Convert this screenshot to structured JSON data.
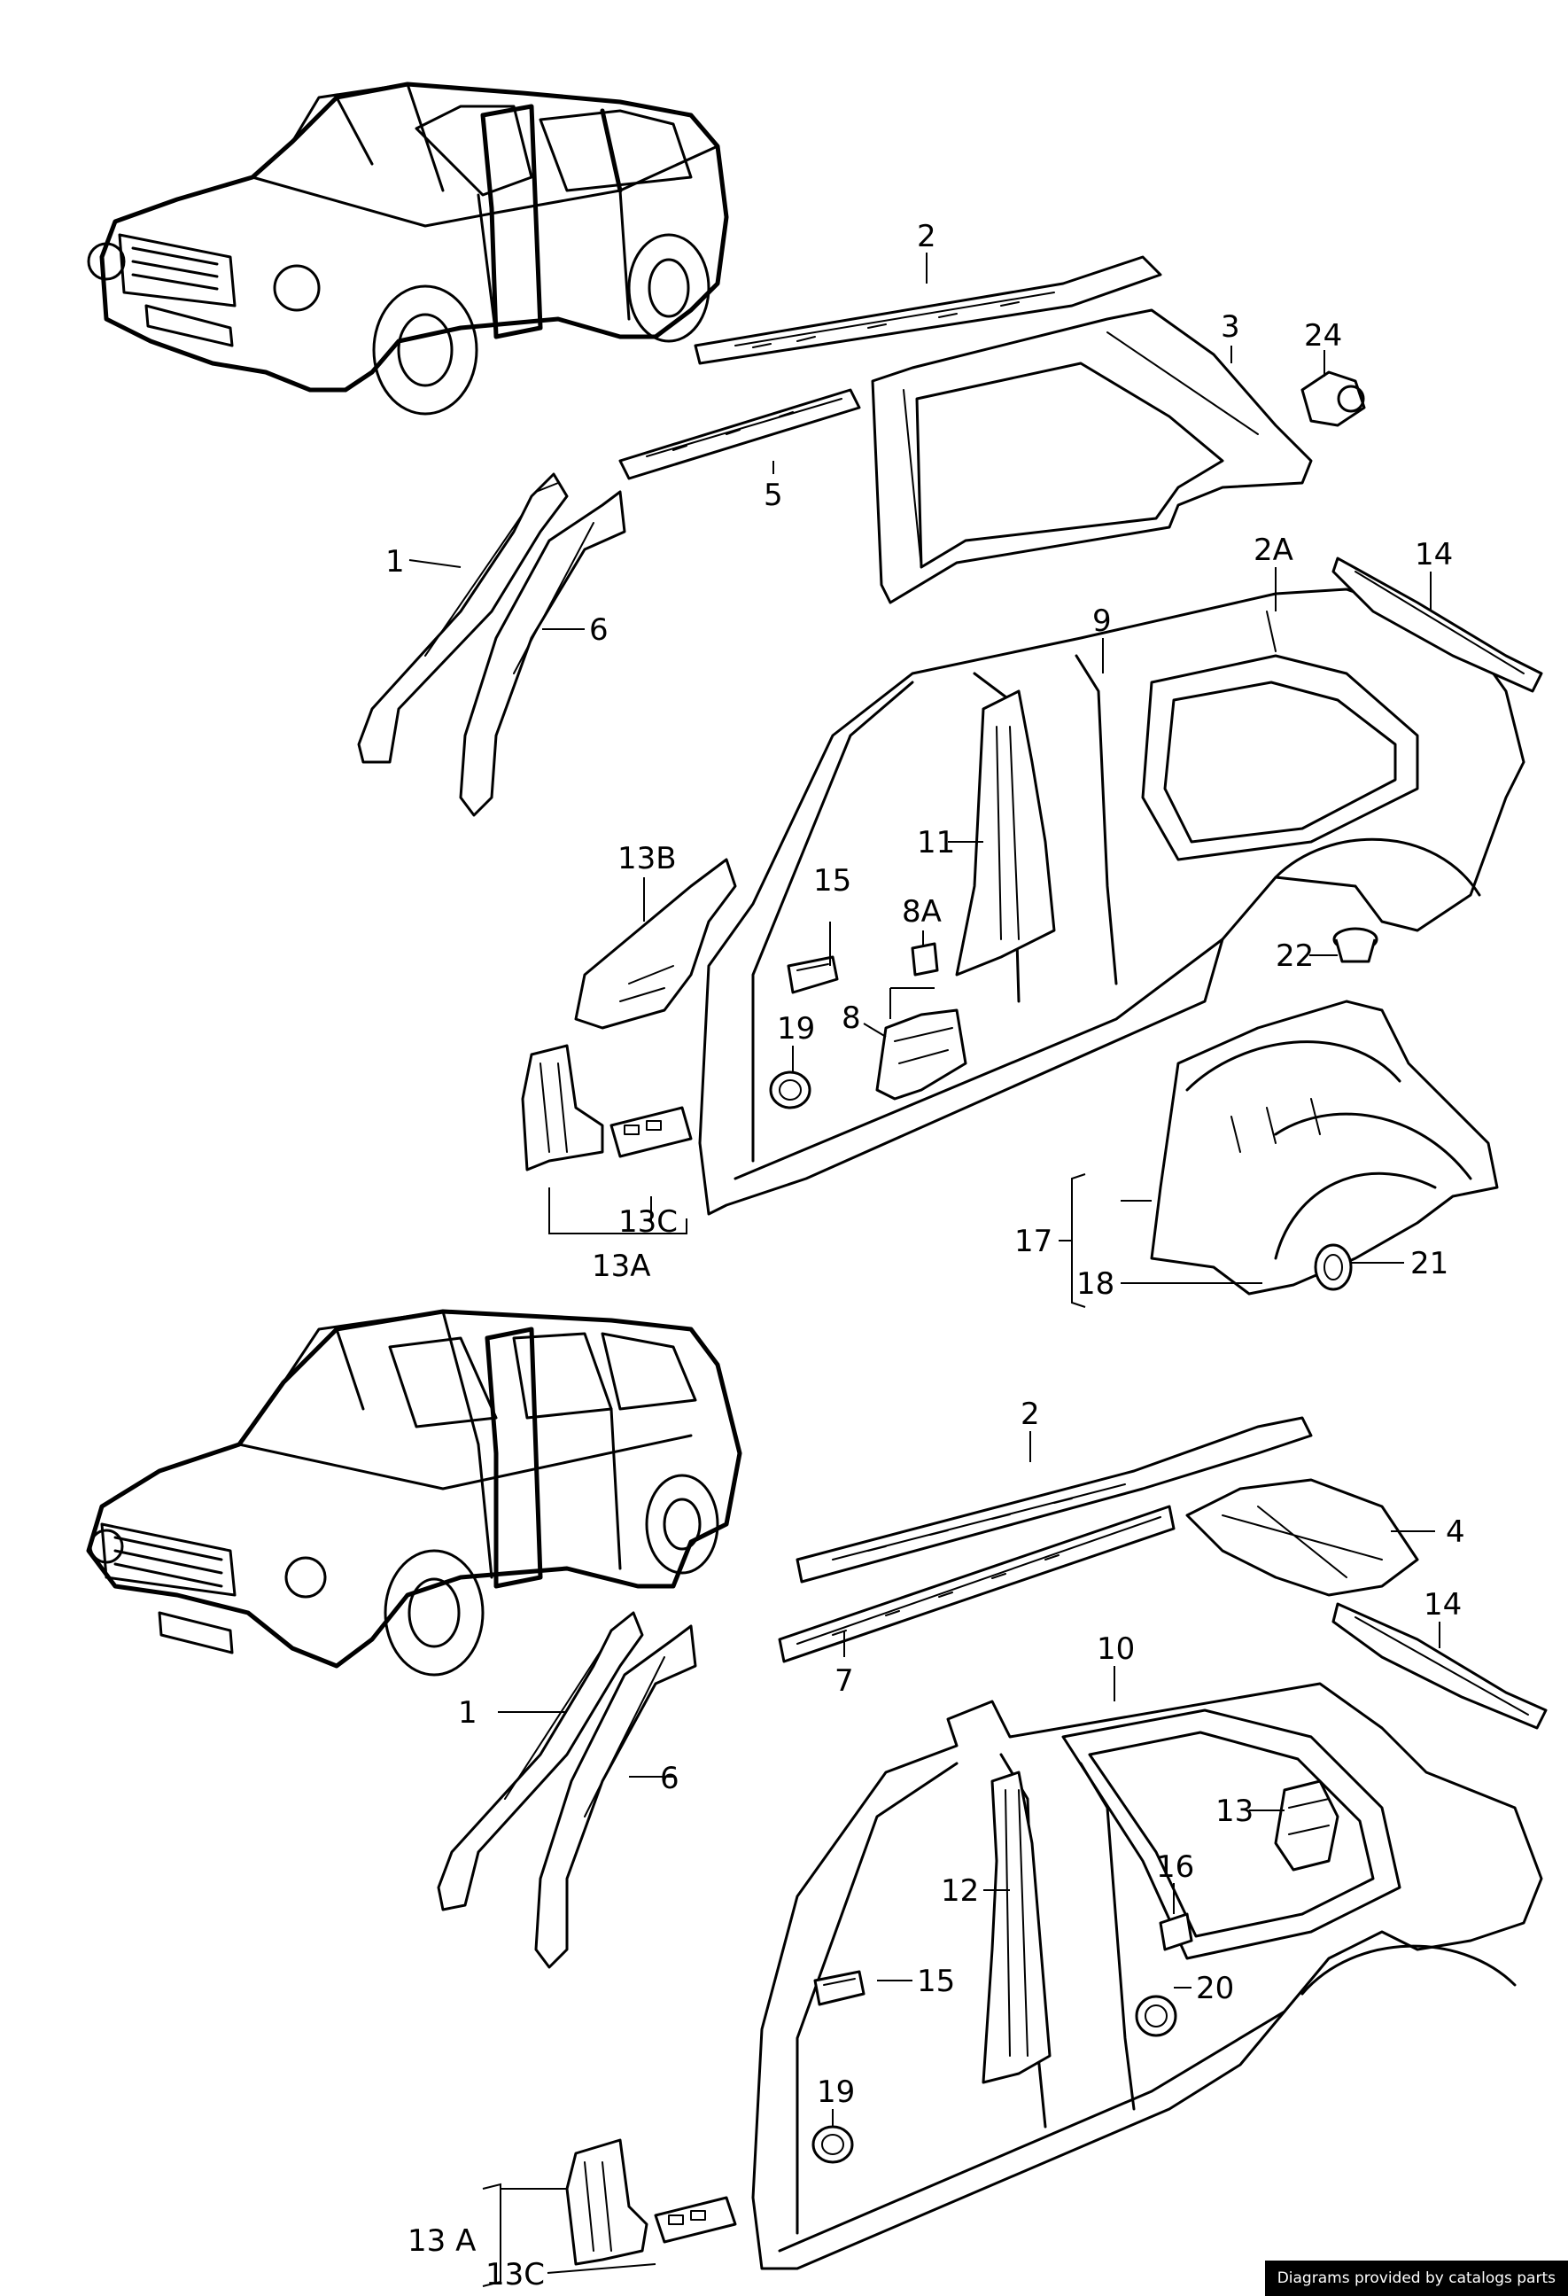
{
  "diagram": {
    "credit": "Diagrams provided by catalogs parts",
    "callouts": {
      "c2_top": "2",
      "c3": "3",
      "c24": "24",
      "c5": "5",
      "c1_top": "1",
      "c6_top": "6",
      "c9": "9",
      "c2a": "2A",
      "c14_top": "14",
      "c13b": "13B",
      "c15_top": "15",
      "c8a": "8A",
      "c11": "11",
      "c22": "22",
      "c8": "8",
      "c19_top": "19",
      "c13c_top": "13C",
      "c13a_top": "13A",
      "c17": "17",
      "c18": "18",
      "c21": "21",
      "c2_bot": "2",
      "c4": "4",
      "c14_bot": "14",
      "c7": "7",
      "c10": "10",
      "c1_bot": "1",
      "c6_bot": "6",
      "c13": "13",
      "c16": "16",
      "c12": "12",
      "c15_bot": "15",
      "c20": "20",
      "c19_bot": "19",
      "c13a_bot": "13 A",
      "c13c_bot": "13C"
    }
  }
}
